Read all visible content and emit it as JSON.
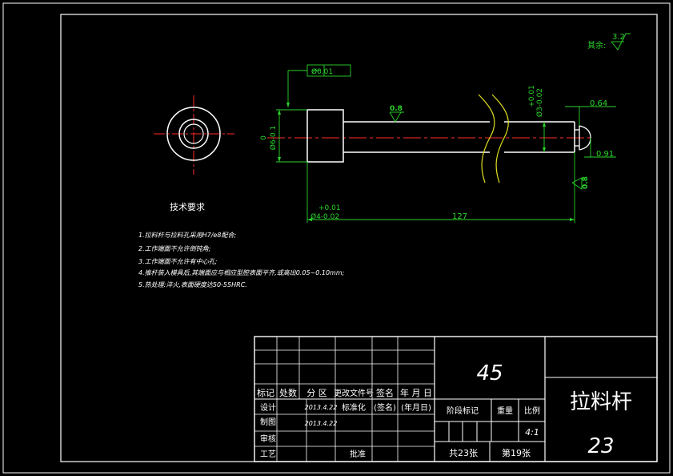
{
  "drawing": {
    "roughness_label": "其余:",
    "roughness_value": "3.2",
    "surface_roughness_flag": "0.8",
    "end_roughness_flag": "0.8",
    "runout_tolerance": "Ø0.01",
    "head_dia_upper": "0",
    "head_dia_lower": "Ø6-0.1",
    "shaft_dia_upper": "+0.01",
    "shaft_dia_lower": "Ø3-0.02",
    "tip_dim_064": "0.64",
    "tip_dim_091": "0.91",
    "length_tol_upper": "+0.01",
    "length_tol_lower": "Ø4-0.02",
    "total_length": "127"
  },
  "notes": {
    "title": "技术要求",
    "items": [
      "1.拉料杆与拉料孔采用H7/e8配合;",
      "2.工作端面不允许倒钝角;",
      "3.工作端面不允许有中心孔;",
      "4.推杆装入模具后,其端面应与相应型腔表面平齐,或高出0.05~0.10mm;",
      "5.热处理:淬火,表面硬度达50-55HRC."
    ]
  },
  "title_block": {
    "material": "45",
    "part_name": "拉料杆",
    "drawing_number": "23",
    "h_biaoji": "标记",
    "h_chushu": "处数",
    "h_fenqu": "分 区",
    "h_genggai": "更改文件号",
    "h_qianming": "签名",
    "h_nianyueri": "年 月 日",
    "r_sheji": "设计",
    "r_sheji_date": "2013.4.22",
    "r_biaozhunhua": "标准化",
    "r_qianming2": "(签名)",
    "r_nianyueri2": "(年月日)",
    "r_zhitu": "制图",
    "r_zhitu_date": "2013.4.22",
    "r_shenhe": "审核",
    "r_gongyi": "工艺",
    "r_pizhun": "批准",
    "stage_label": "阶段标记",
    "weight_label": "重量",
    "scale_label": "比例",
    "scale_value": "4:1",
    "sheets_total": "共23张",
    "sheet_no": "第19张"
  }
}
